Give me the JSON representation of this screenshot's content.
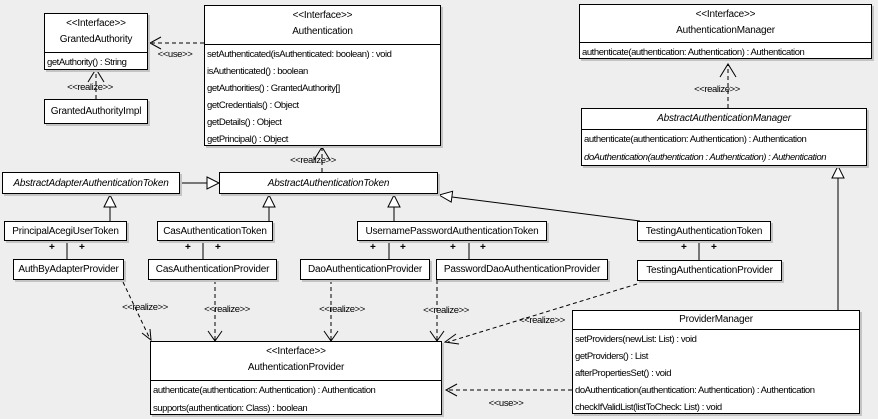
{
  "labels": {
    "use": "&lt;&lt;use&gt;&gt;",
    "realize": "&lt;&lt;realize&gt;&gt;",
    "plus": "+"
  },
  "colors": {
    "background": "#eeeeee",
    "box_fill": "#ffffff",
    "line": "#000000",
    "shadow": "#c4c4c4"
  },
  "classes": {
    "granted_authority": {
      "stereotype": "<<Interface>>",
      "name": "GrantedAuthority",
      "methods": [
        "getAuthority() : String"
      ]
    },
    "granted_authority_impl": {
      "name": "GrantedAuthorityImpl"
    },
    "authentication": {
      "stereotype": "<<Interface>>",
      "name": "Authentication",
      "methods": [
        "setAuthenticated(isAuthenticated: boolean) : void",
        "isAuthenticated() : boolean",
        "getAuthorities() : GrantedAuthority[]",
        "getCredentials() : Object",
        "getDetails() : Object",
        "getPrincipal() : Object"
      ]
    },
    "authentication_manager": {
      "stereotype": "<<Interface>>",
      "name": "AuthenticationManager",
      "methods": [
        "authenticate(authentication: Authentication) : Authentication"
      ]
    },
    "abstract_authentication_manager": {
      "name": "AbstractAuthenticationManager",
      "methods": [
        "authenticate(authentication: Authentication) : Authentication",
        "doAuthentication(authentication : Authentication) : Authentication"
      ]
    },
    "abstract_adapter_authentication_token": {
      "name": "AbstractAdapterAuthenticationToken"
    },
    "abstract_authentication_token": {
      "name": "AbstractAuthenticationToken"
    },
    "principal_acegi_user_token": {
      "name": "PrincipalAcegiUserToken"
    },
    "cas_authentication_token": {
      "name": "CasAuthenticationToken"
    },
    "username_password_authentication_token": {
      "name": "UsernamePasswordAuthenticationToken"
    },
    "testing_authentication_token": {
      "name": "TestingAuthenticationToken"
    },
    "auth_by_adapter_provider": {
      "name": "AuthByAdapterProvider"
    },
    "cas_authentication_provider": {
      "name": "CasAuthenticationProvider"
    },
    "dao_authentication_provider": {
      "name": "DaoAuthenticationProvider"
    },
    "password_dao_authentication_provider": {
      "name": "PasswordDaoAuthenticationProvider"
    },
    "testing_authentication_provider": {
      "name": "TestingAuthenticationProvider"
    },
    "authentication_provider": {
      "stereotype": "<<Interface>>",
      "name": "AuthenticationProvider",
      "methods": [
        "authenticate(authentication: Authentication) : Authentication",
        "supports(authentication: Class) : boolean"
      ]
    },
    "provider_manager": {
      "name": "ProviderManager",
      "methods": [
        "setProviders(newList: List) : void",
        "getProviders() : List",
        "afterPropertiesSet() : void",
        "doAuthentication(authentication: Authentication) : Authentication",
        "checkIfValidList(listToCheck: List) : void"
      ]
    }
  }
}
